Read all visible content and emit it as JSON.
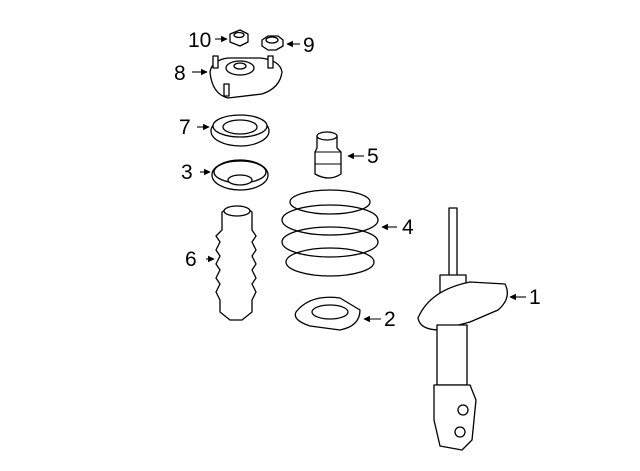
{
  "diagram": {
    "callouts": [
      {
        "id": "1",
        "part": "strut-assembly"
      },
      {
        "id": "2",
        "part": "lower-spring-seat"
      },
      {
        "id": "3",
        "part": "spring-insulator"
      },
      {
        "id": "4",
        "part": "coil-spring"
      },
      {
        "id": "5",
        "part": "bump-stop"
      },
      {
        "id": "6",
        "part": "dust-boot"
      },
      {
        "id": "7",
        "part": "bearing"
      },
      {
        "id": "8",
        "part": "strut-mount"
      },
      {
        "id": "9",
        "part": "mount-nut"
      },
      {
        "id": "10",
        "part": "nut"
      }
    ]
  }
}
